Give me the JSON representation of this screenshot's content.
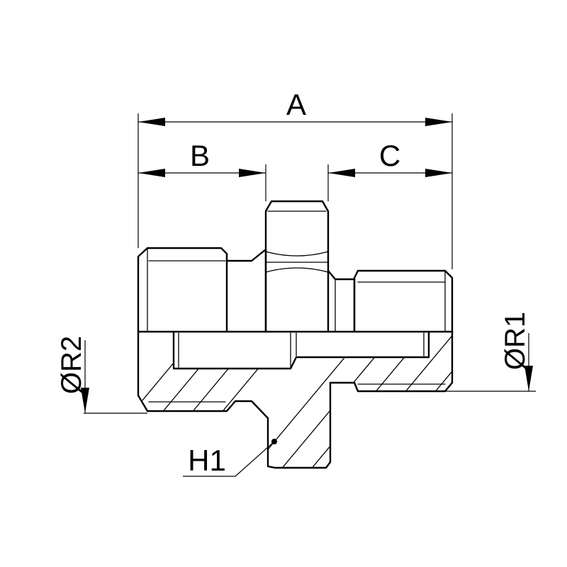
{
  "labels": {
    "A": "A",
    "B": "B",
    "C": "C",
    "R1": "ØR1",
    "R2": "ØR2",
    "H1": "H1"
  },
  "colors": {
    "line": "#000000",
    "background": "#ffffff"
  }
}
